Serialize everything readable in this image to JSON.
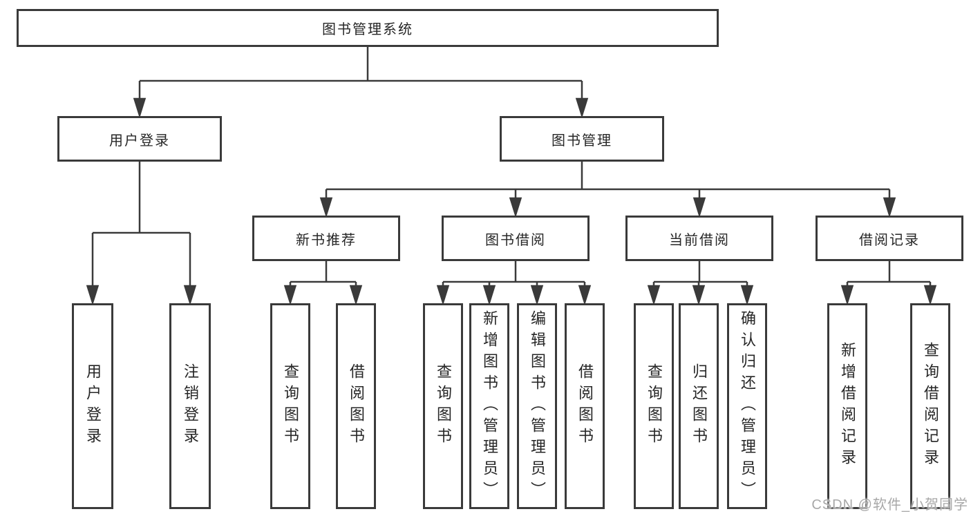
{
  "nodes": {
    "root": "图书管理系统",
    "user_login": "用户登录",
    "book_management": "图书管理",
    "new_book_rec": "新书推荐",
    "book_borrow": "图书借阅",
    "current_borrow": "当前借阅",
    "borrow_records": "借阅记录",
    "leaf_user_login": "用户登录",
    "leaf_logout": "注销登录",
    "leaf_query_books_1": "查询图书",
    "leaf_borrow_books_1": "借阅图书",
    "leaf_query_books_2": "查询图书",
    "leaf_add_book_admin": "新增图书（管理员）",
    "leaf_edit_book_admin": "编辑图书（管理员）",
    "leaf_borrow_books_2": "借阅图书",
    "leaf_query_books_3": "查询图书",
    "leaf_return_books": "归还图书",
    "leaf_confirm_return_admin": "确认归还（管理员）",
    "leaf_add_borrow_record": "新增借阅记录",
    "leaf_query_borrow_record": "查询借阅记录"
  },
  "watermark": "CSDN @软件_小贺同学",
  "colors": {
    "line": "#3a3a3a",
    "text": "#262626",
    "watermark": "#a8a8a8",
    "background": "#ffffff"
  }
}
